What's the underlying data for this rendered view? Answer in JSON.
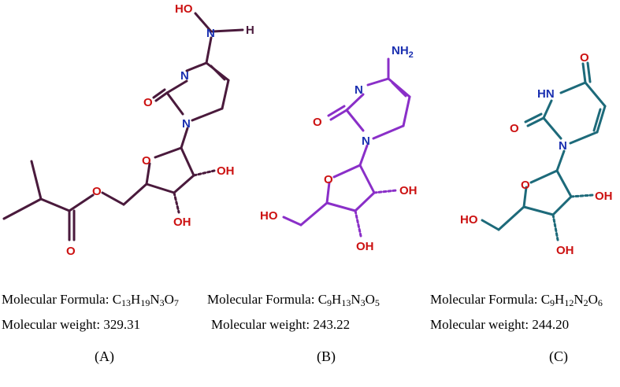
{
  "compounds": [
    {
      "id": "A",
      "label": "(A)",
      "formula_prefix": "Molecular Formula: ",
      "formula_parts": [
        [
          "C",
          ""
        ],
        [
          "13",
          "sub"
        ],
        [
          "H",
          ""
        ],
        [
          "19",
          "sub"
        ],
        [
          "N",
          ""
        ],
        [
          "3",
          "sub"
        ],
        [
          "O",
          ""
        ],
        [
          "7",
          "sub"
        ]
      ],
      "weight_text": "Molecular weight: 329.31",
      "bond_color": "#4a1a3c",
      "atom_labels": {
        "hydroxy_o": "HO",
        "hydroxy_h": "H",
        "ring_n3": "N",
        "ring_c2_o": "O",
        "ring_n1": "N",
        "sugar_o": "O",
        "oh_2": "OH",
        "oh_3": "OH",
        "ester_o": "O",
        "carbonyl_o": "O"
      }
    },
    {
      "id": "B",
      "label": "(B)",
      "formula_prefix": "Molecular Formula: ",
      "formula_parts": [
        [
          "C",
          ""
        ],
        [
          "9",
          "sub"
        ],
        [
          "H",
          ""
        ],
        [
          "13",
          "sub"
        ],
        [
          "N",
          ""
        ],
        [
          "3",
          "sub"
        ],
        [
          "O",
          ""
        ],
        [
          "5",
          "sub"
        ]
      ],
      "weight_text": "Molecular weight: 243.22",
      "bond_color": "#8a2fc8",
      "atom_labels": {
        "nh2": "NH",
        "nh2_sub": "2",
        "ring_n3": "N",
        "ring_c2_o": "O",
        "ring_n1": "N",
        "sugar_o": "O",
        "oh_2": "OH",
        "oh_3": "OH",
        "oh_5": "HO"
      }
    },
    {
      "id": "C",
      "label": "(C)",
      "formula_prefix": "Molecular Formula: ",
      "formula_parts": [
        [
          "C",
          ""
        ],
        [
          "9",
          "sub"
        ],
        [
          "H",
          ""
        ],
        [
          "12",
          "sub"
        ],
        [
          "N",
          ""
        ],
        [
          "2",
          "sub"
        ],
        [
          "O",
          ""
        ],
        [
          "6",
          "sub"
        ]
      ],
      "weight_text": "Molecular weight: 244.20",
      "bond_color": "#1d6a7a",
      "atom_labels": {
        "c4_o": "O",
        "nh": "HN",
        "ring_c2_o": "O",
        "ring_n1": "N",
        "sugar_o": "O",
        "oh_2": "OH",
        "oh_3": "OH",
        "oh_5": "HO"
      }
    }
  ],
  "atom_colors": {
    "oxygen": "#cc1111",
    "nitrogen": "#1a2fb0"
  }
}
